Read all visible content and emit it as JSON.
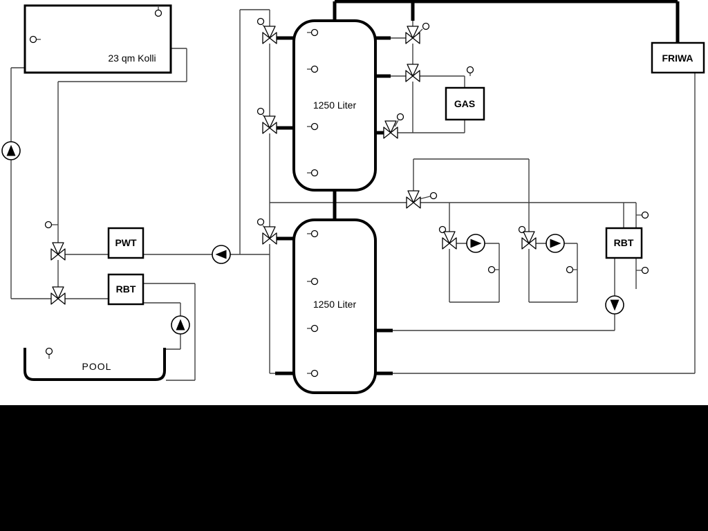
{
  "diagram_type": "hydraulic-heating-schematic",
  "colors": {
    "background": "#ffffff",
    "line": "#3f3f3f",
    "thick_line": "#000000",
    "component_fill": "#ffffff",
    "text": "#000000",
    "bottom_panel": "#000000"
  },
  "labels": {
    "collector": "23 qm Kolli",
    "tank_top": "1250 Liter",
    "tank_bottom": "1250 Liter",
    "pwt": "PWT",
    "rbt_left": "RBT",
    "rbt_right": "RBT",
    "gas": "GAS",
    "friwa": "FRIWA",
    "pool": "POOL"
  },
  "icons": {
    "pump": "circle with solid triangle showing flow direction",
    "three_way_valve": "double-triangle bowtie with third triangle on top",
    "sensor": "small lollipop circle",
    "actuator": "small circle on stem attached to valve"
  }
}
